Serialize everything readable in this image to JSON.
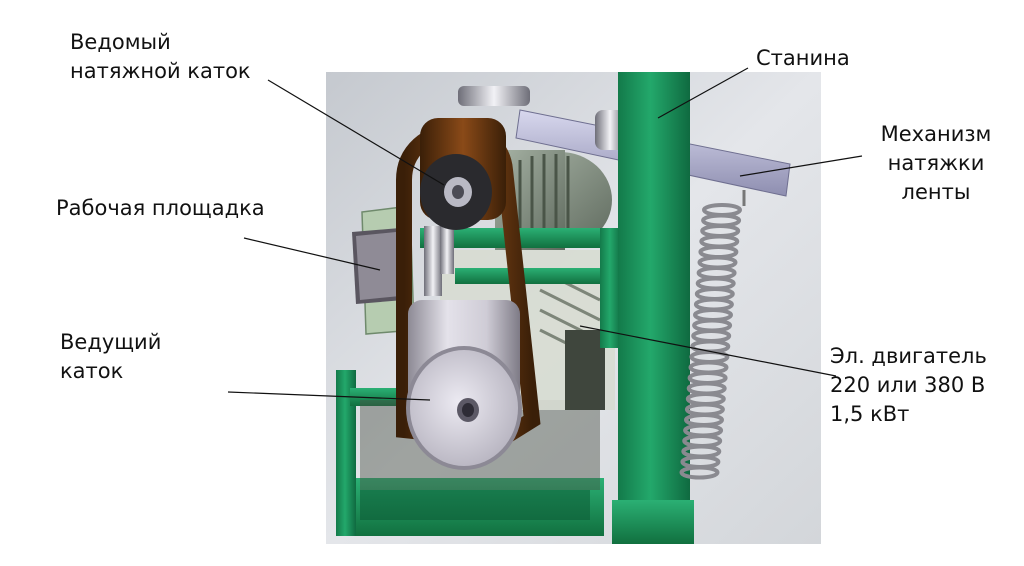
{
  "labels": {
    "driven_roller": [
      "Ведомый",
      "натяжной каток"
    ],
    "frame": [
      "Станина"
    ],
    "tension_mechanism": [
      "Механизм",
      "натяжки",
      "ленты"
    ],
    "work_platform": [
      "Рабочая площадка"
    ],
    "drive_roller": [
      "Ведущий",
      "каток"
    ],
    "motor": [
      "Эл. двигатель",
      "220 или 380 В",
      "1,5 кВт"
    ]
  },
  "colors": {
    "frame_green": "#1e9a62",
    "belt_brown": "#6b3a14",
    "steel_light": "#d6d4dc",
    "background_panel": "#cfd3d8"
  }
}
